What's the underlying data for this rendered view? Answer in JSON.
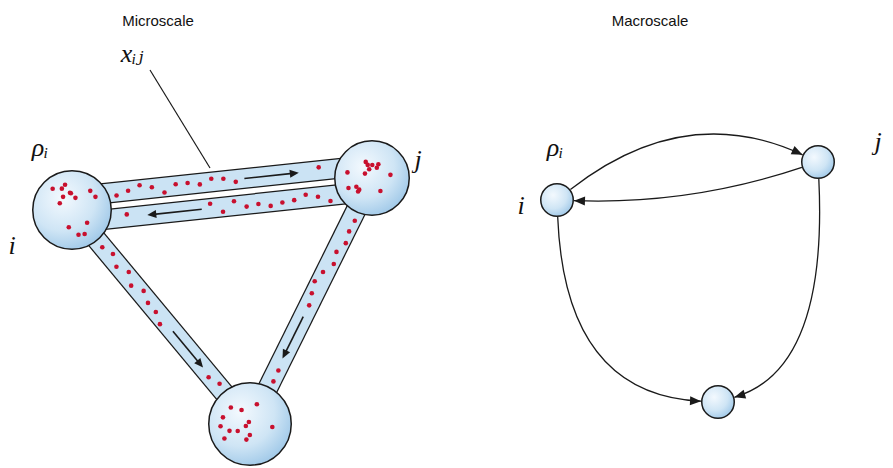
{
  "diagram": {
    "nodes": [
      {
        "text": [
          "ρᵢ",
          "i"
        ]
      },
      {
        "text": [
          "j"
        ]
      },
      {
        "text": []
      },
      {
        "text": [
          "ρᵢ",
          "i"
        ]
      },
      {
        "text": [
          "j"
        ]
      },
      {
        "text": []
      }
    ],
    "edges": [
      {
        "from": 0,
        "to": 1,
        "arrow": "to"
      },
      {
        "from": 1,
        "to": 0,
        "arrow": "to"
      },
      {
        "from": 0,
        "to": 2,
        "arrow": "to"
      },
      {
        "from": 1,
        "to": 2,
        "arrow": "to"
      },
      {
        "from": 3,
        "to": 4,
        "arrow": "to"
      },
      {
        "from": 4,
        "to": 3,
        "arrow": "to"
      },
      {
        "from": 3,
        "to": 5,
        "arrow": "to"
      },
      {
        "from": 4,
        "to": 5,
        "arrow": "to"
      }
    ],
    "labels": [
      "Microscale",
      "Macroscale",
      "xᵢⱼ"
    ]
  }
}
